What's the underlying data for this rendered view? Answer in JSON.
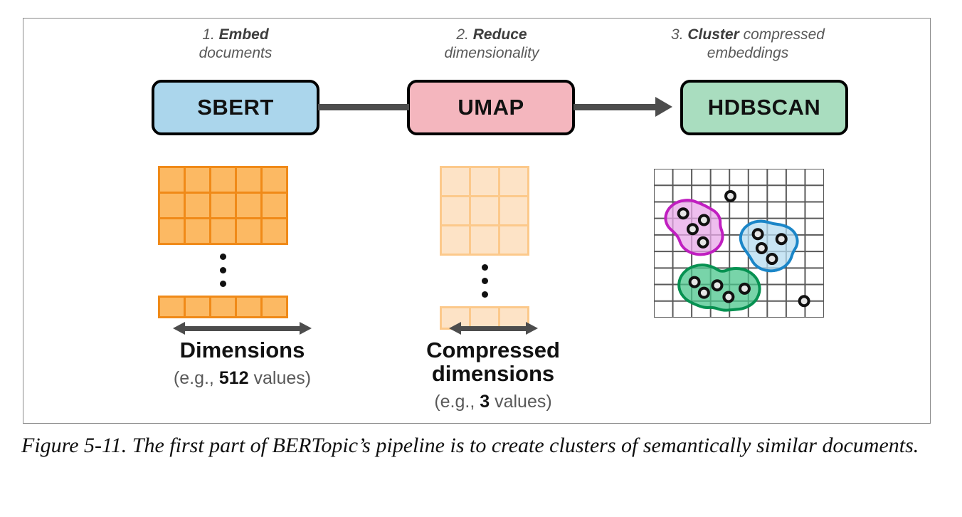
{
  "figure": {
    "caption": "Figure 5-11. The first part of BERTopic’s pipeline is to create clusters of semantically similar documents."
  },
  "pipeline": {
    "stages": [
      {
        "number": "1.",
        "emphasis": "Embed",
        "rest": "",
        "second_line": "documents",
        "box_label": "SBERT",
        "box_color": "#abd6ec"
      },
      {
        "number": "2.",
        "emphasis": "Reduce",
        "rest": "",
        "second_line": "dimensionality",
        "box_label": "UMAP",
        "box_color": "#f4b6be"
      },
      {
        "number": "3.",
        "emphasis": "Cluster",
        "rest": " compressed",
        "second_line": "embeddings",
        "box_label": "HDBSCAN",
        "box_color": "#a9ddbf"
      }
    ],
    "connector_color": "#4d4d4d"
  },
  "matrices": {
    "embed": {
      "columns": 5,
      "rows": 3,
      "tail_row_cells": 5,
      "fill_color": "#fcb963",
      "line_color": "#f08a18",
      "arrow_label": "Dimensions",
      "sub_prefix": "(e.g., ",
      "sub_value": "512",
      "sub_suffix": " values)"
    },
    "reduce": {
      "columns": 3,
      "rows": 3,
      "tail_row_cells": 3,
      "fill_color": "#fde3c6",
      "line_color": "#fcc98b",
      "arrow_label_line1": "Compressed",
      "arrow_label_line2": "dimensions",
      "sub_prefix": "(e.g., ",
      "sub_value": "3",
      "sub_suffix": " values)"
    }
  },
  "chart_data": {
    "type": "scatter",
    "title": "",
    "xlabel": "",
    "ylabel": "",
    "grid": true,
    "grid_columns": 9,
    "grid_rows": 9,
    "xlim": [
      0,
      9
    ],
    "ylim": [
      0,
      9
    ],
    "clusters": [
      {
        "name": "cluster-magenta",
        "color": "#c01fc0",
        "fill": "#e8a8e8",
        "points": [
          [
            1.55,
            6.3
          ],
          [
            2.65,
            5.9
          ],
          [
            2.05,
            5.35
          ],
          [
            2.6,
            4.55
          ]
        ]
      },
      {
        "name": "cluster-blue",
        "color": "#1b86c8",
        "fill": "#b6dcf0",
        "points": [
          [
            5.5,
            5.05
          ],
          [
            6.75,
            4.75
          ],
          [
            5.7,
            4.2
          ],
          [
            6.25,
            3.55
          ]
        ]
      },
      {
        "name": "cluster-green",
        "color": "#069151",
        "fill": "#4bc58c",
        "points": [
          [
            2.15,
            2.15
          ],
          [
            3.35,
            1.95
          ],
          [
            2.65,
            1.5
          ],
          [
            3.95,
            1.25
          ],
          [
            4.8,
            1.75
          ]
        ]
      }
    ],
    "outliers": [
      [
        4.05,
        7.35
      ],
      [
        7.95,
        1.0
      ]
    ],
    "point_fill": "#e6e6e6",
    "point_stroke": "#111111"
  }
}
